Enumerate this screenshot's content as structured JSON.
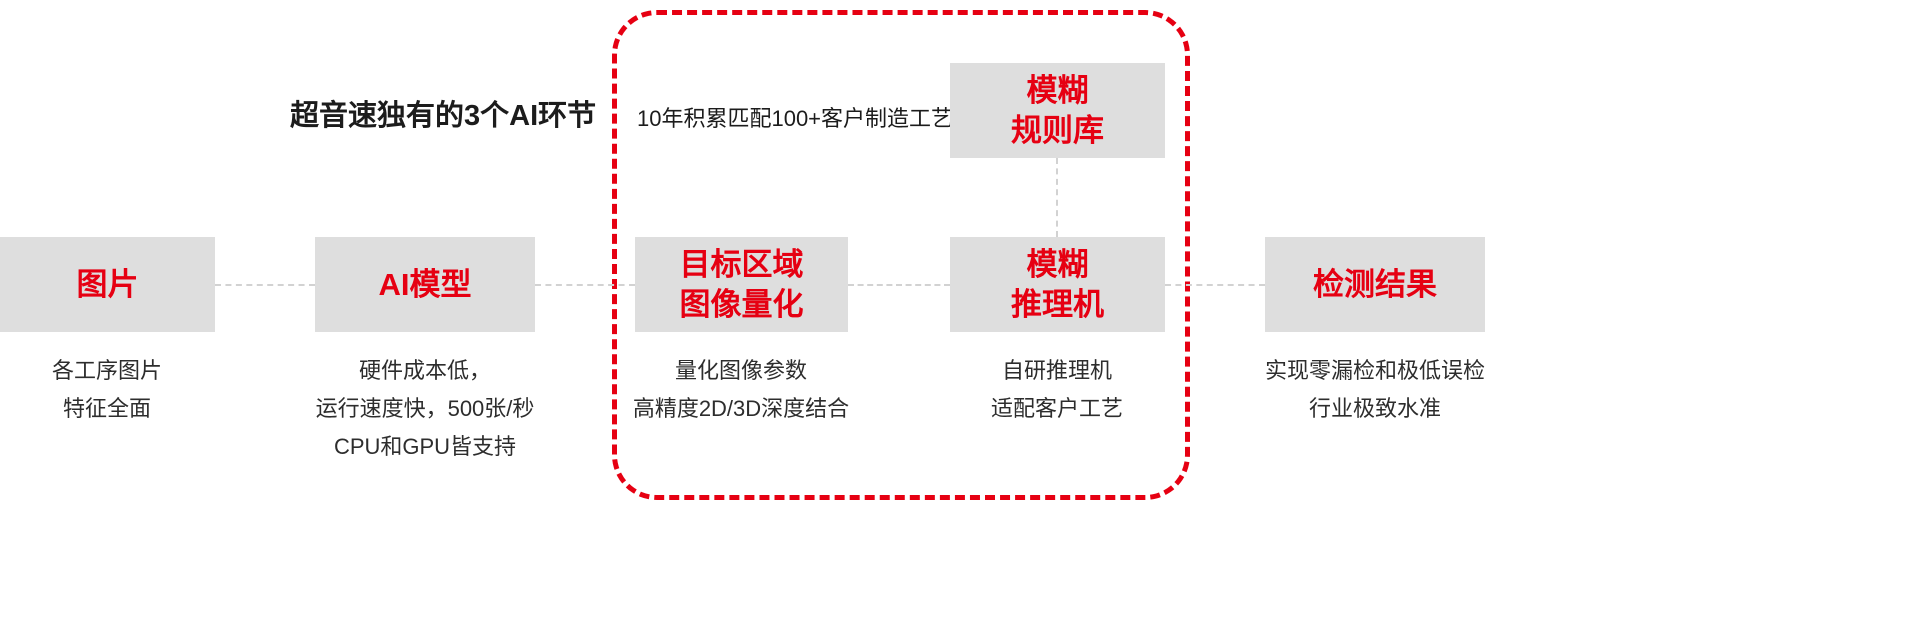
{
  "colors": {
    "accent_red": "#e60012",
    "node_box_gray": "#dedede",
    "connector_gray": "#d2d2d2",
    "text_dark": "#1c1c1c"
  },
  "heading": "超音速独有的3个AI环节",
  "dashed_group": {
    "note": "10年积累匹配100+客户制造工艺"
  },
  "nodes": {
    "image": {
      "label_lines": [
        "图片"
      ],
      "caption_lines": [
        "各工序图片",
        "特征全面"
      ]
    },
    "ai_model": {
      "label_lines": [
        "AI模型"
      ],
      "caption_lines": [
        "硬件成本低，",
        "运行速度快，500张/秒",
        "CPU和GPU皆支持"
      ]
    },
    "target_region": {
      "label_lines": [
        "目标区域",
        "图像量化"
      ],
      "caption_lines": [
        "量化图像参数",
        "高精度2D/3D深度结合"
      ]
    },
    "fuzzy_engine": {
      "label_lines": [
        "模糊",
        "推理机"
      ],
      "caption_lines": [
        "自研推理机",
        "适配客户工艺"
      ]
    },
    "fuzzy_rules": {
      "label_lines": [
        "模糊",
        "规则库"
      ]
    },
    "result": {
      "label_lines": [
        "检测结果"
      ],
      "caption_lines": [
        "实现零漏检和极低误检",
        "行业极致水准"
      ]
    }
  }
}
